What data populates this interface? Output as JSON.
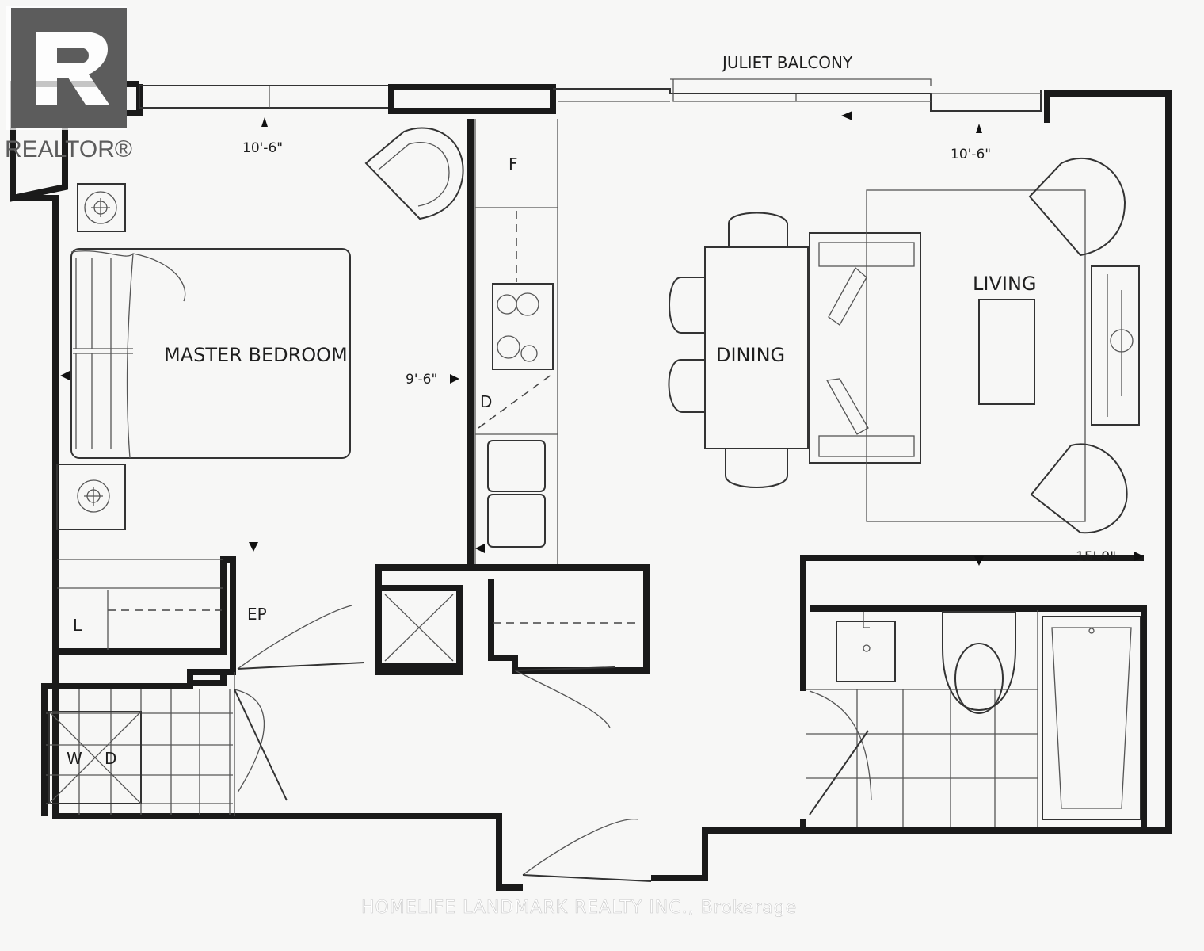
{
  "brand": {
    "logo_text": "REALTOR®",
    "logo_color": "#5a5a5a"
  },
  "rooms": {
    "master_bedroom": "MASTER BEDROOM",
    "living": "LIVING",
    "dining": "DINING",
    "juliet_balcony": "JULIET BALCONY"
  },
  "fixtures": {
    "fridge": "F",
    "dishwasher": "D",
    "linen": "L",
    "electrical_panel": "EP",
    "washer": "W",
    "dryer": "D"
  },
  "dimensions": {
    "bedroom_width": "10'-6\"",
    "living_width": "10'-6\"",
    "bedroom_depth": "9'-6\"",
    "living_depth": "15'-9\""
  },
  "watermark": "HOMELIFE LANDMARK REALTY INC., Brokerage"
}
